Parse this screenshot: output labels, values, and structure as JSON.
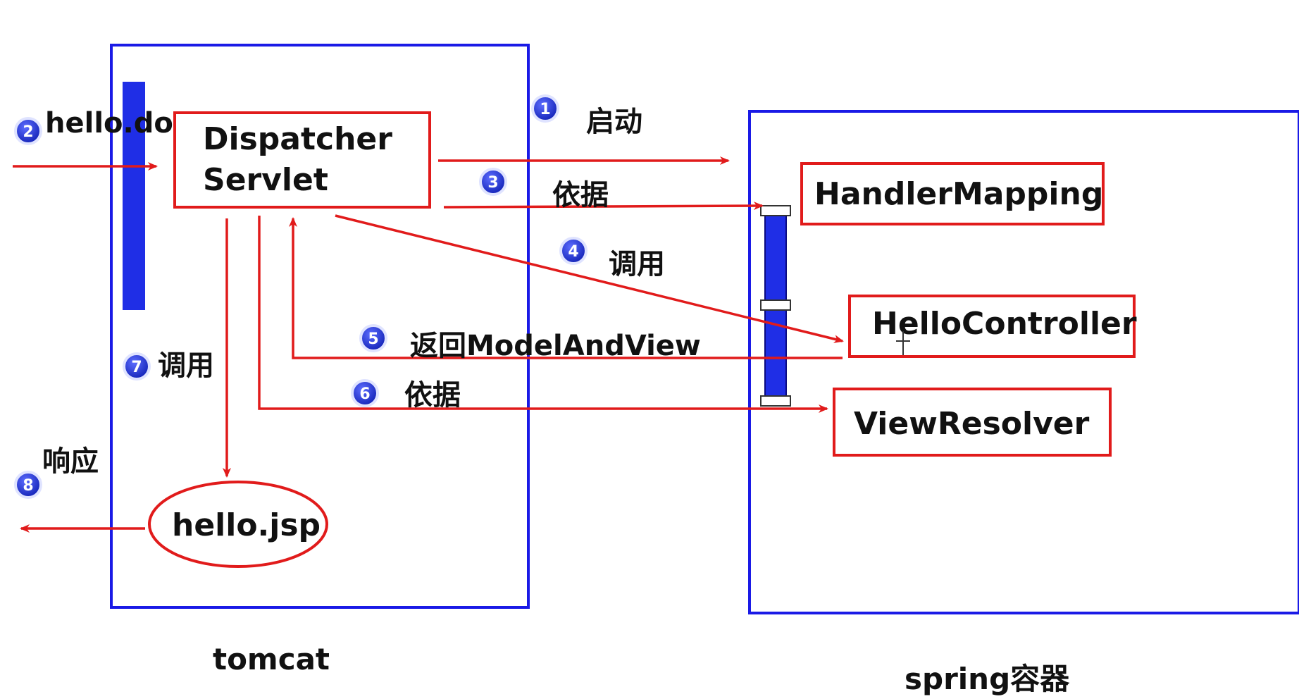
{
  "containers": {
    "tomcat": "tomcat",
    "spring": "spring容器"
  },
  "components": {
    "dispatcher_line1": "Dispatcher",
    "dispatcher_line2": "Servlet",
    "handler_mapping": "HandlerMapping",
    "hello_controller": "HelloController",
    "view_resolver": "ViewResolver",
    "hello_jsp": "hello.jsp"
  },
  "steps": [
    {
      "num": "1",
      "label": "启动"
    },
    {
      "num": "2",
      "label": "hello.do"
    },
    {
      "num": "3",
      "label": "依据"
    },
    {
      "num": "4",
      "label": "调用"
    },
    {
      "num": "5",
      "label": "返回ModelAndView"
    },
    {
      "num": "6",
      "label": "依据"
    },
    {
      "num": "7",
      "label": "调用"
    },
    {
      "num": "8",
      "label": "响应"
    }
  ],
  "colors": {
    "container_border": "#1a1ae6",
    "component_border": "#e11b1b",
    "arrow": "#e11b1b",
    "step_badge": "#1f2fd6"
  }
}
